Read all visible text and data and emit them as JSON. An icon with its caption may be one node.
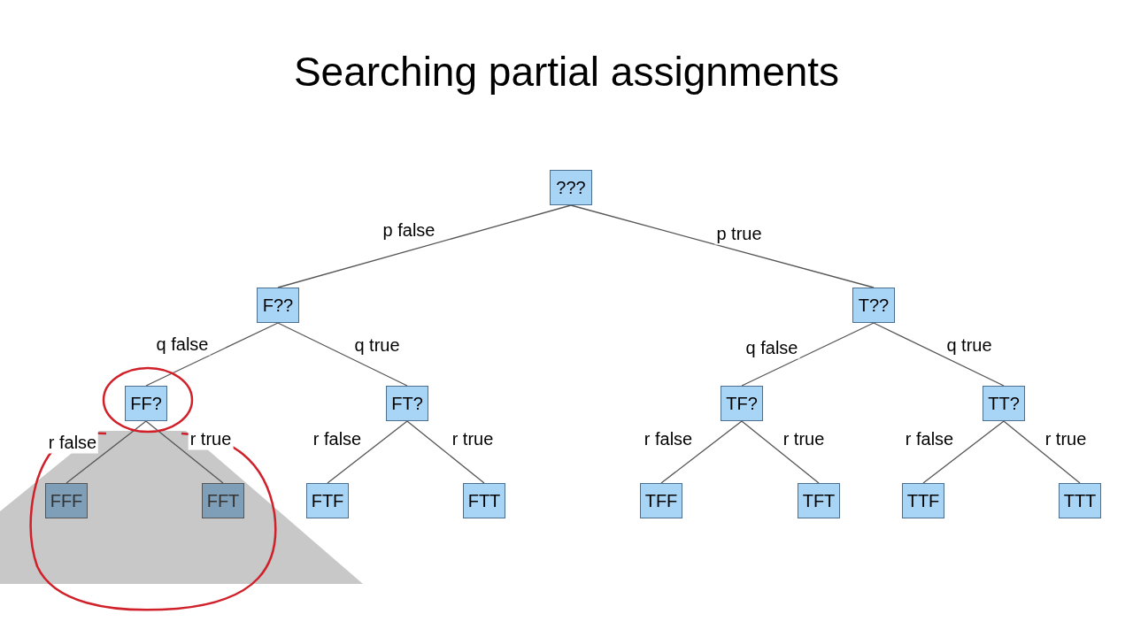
{
  "diagram": {
    "title": "Searching partial assignments",
    "nodes": [
      {
        "text": [
          "???"
        ]
      },
      {
        "text": [
          "F??"
        ]
      },
      {
        "text": [
          "T??"
        ]
      },
      {
        "text": [
          "FF?"
        ]
      },
      {
        "text": [
          "FT?"
        ]
      },
      {
        "text": [
          "TF?"
        ]
      },
      {
        "text": [
          "TT?"
        ]
      },
      {
        "text": [
          "FFF"
        ]
      },
      {
        "text": [
          "FFT"
        ]
      },
      {
        "text": [
          "FTF"
        ]
      },
      {
        "text": [
          "FTT"
        ]
      },
      {
        "text": [
          "TFF"
        ]
      },
      {
        "text": [
          "TFT"
        ]
      },
      {
        "text": [
          "TTF"
        ]
      },
      {
        "text": [
          "TTT"
        ]
      }
    ],
    "edges": [
      {
        "from": 0,
        "to": 1,
        "arrow": "none",
        "label": "p false"
      },
      {
        "from": 0,
        "to": 2,
        "arrow": "none",
        "label": "p true"
      },
      {
        "from": 1,
        "to": 3,
        "arrow": "none",
        "label": "q false"
      },
      {
        "from": 1,
        "to": 4,
        "arrow": "none",
        "label": "q true"
      },
      {
        "from": 2,
        "to": 5,
        "arrow": "none",
        "label": "q false"
      },
      {
        "from": 2,
        "to": 6,
        "arrow": "none",
        "label": "q true"
      },
      {
        "from": 3,
        "to": 7,
        "arrow": "none",
        "label": "r false"
      },
      {
        "from": 3,
        "to": 8,
        "arrow": "none",
        "label": "r true"
      },
      {
        "from": 4,
        "to": 9,
        "arrow": "none",
        "label": "r false"
      },
      {
        "from": 4,
        "to": 10,
        "arrow": "none",
        "label": "r true"
      },
      {
        "from": 5,
        "to": 11,
        "arrow": "none",
        "label": "r false"
      },
      {
        "from": 5,
        "to": 12,
        "arrow": "none",
        "label": "r true"
      },
      {
        "from": 6,
        "to": 13,
        "arrow": "none",
        "label": "r false"
      },
      {
        "from": 6,
        "to": 14,
        "arrow": "none",
        "label": "r true"
      }
    ]
  }
}
